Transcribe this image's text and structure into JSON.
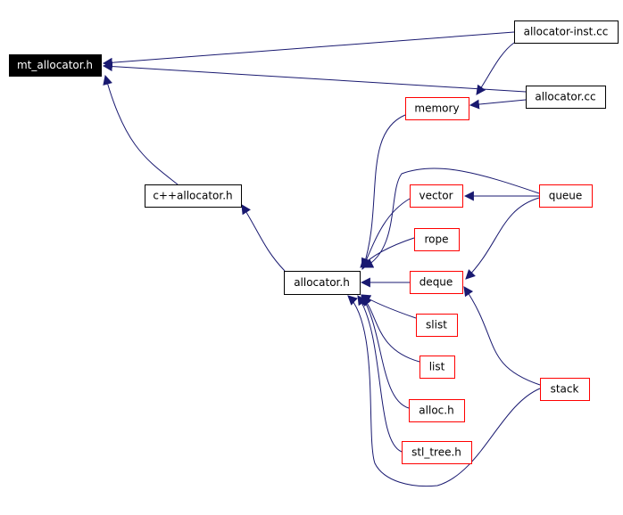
{
  "graph": {
    "nodes": [
      {
        "id": "mt_allocator",
        "label": "mt_allocator.h",
        "style": "root"
      },
      {
        "id": "allocator_inst",
        "label": "allocator-inst.cc",
        "style": "black"
      },
      {
        "id": "allocator_cc",
        "label": "allocator.cc",
        "style": "black"
      },
      {
        "id": "memory",
        "label": "memory",
        "style": "red"
      },
      {
        "id": "cppallocator",
        "label": "c++allocator.h",
        "style": "black"
      },
      {
        "id": "allocator_h",
        "label": "allocator.h",
        "style": "black"
      },
      {
        "id": "vector",
        "label": "vector",
        "style": "red"
      },
      {
        "id": "queue",
        "label": "queue",
        "style": "red"
      },
      {
        "id": "rope",
        "label": "rope",
        "style": "red"
      },
      {
        "id": "deque",
        "label": "deque",
        "style": "red"
      },
      {
        "id": "slist",
        "label": "slist",
        "style": "red"
      },
      {
        "id": "list",
        "label": "list",
        "style": "red"
      },
      {
        "id": "alloc",
        "label": "alloc.h",
        "style": "red"
      },
      {
        "id": "stl_tree",
        "label": "stl_tree.h",
        "style": "red"
      },
      {
        "id": "stack",
        "label": "stack",
        "style": "red"
      }
    ],
    "edges": [
      {
        "from": "allocator_inst",
        "to": "mt_allocator"
      },
      {
        "from": "allocator_cc",
        "to": "mt_allocator"
      },
      {
        "from": "cppallocator",
        "to": "mt_allocator"
      },
      {
        "from": "allocator_inst",
        "to": "memory"
      },
      {
        "from": "allocator_cc",
        "to": "memory"
      },
      {
        "from": "allocator_h",
        "to": "cppallocator"
      },
      {
        "from": "memory",
        "to": "allocator_h"
      },
      {
        "from": "vector",
        "to": "allocator_h"
      },
      {
        "from": "queue",
        "to": "allocator_h"
      },
      {
        "from": "rope",
        "to": "allocator_h"
      },
      {
        "from": "deque",
        "to": "allocator_h"
      },
      {
        "from": "slist",
        "to": "allocator_h"
      },
      {
        "from": "list",
        "to": "allocator_h"
      },
      {
        "from": "alloc",
        "to": "allocator_h"
      },
      {
        "from": "stl_tree",
        "to": "allocator_h"
      },
      {
        "from": "stack",
        "to": "allocator_h"
      },
      {
        "from": "queue",
        "to": "vector"
      },
      {
        "from": "queue",
        "to": "deque"
      },
      {
        "from": "stack",
        "to": "deque"
      }
    ]
  }
}
